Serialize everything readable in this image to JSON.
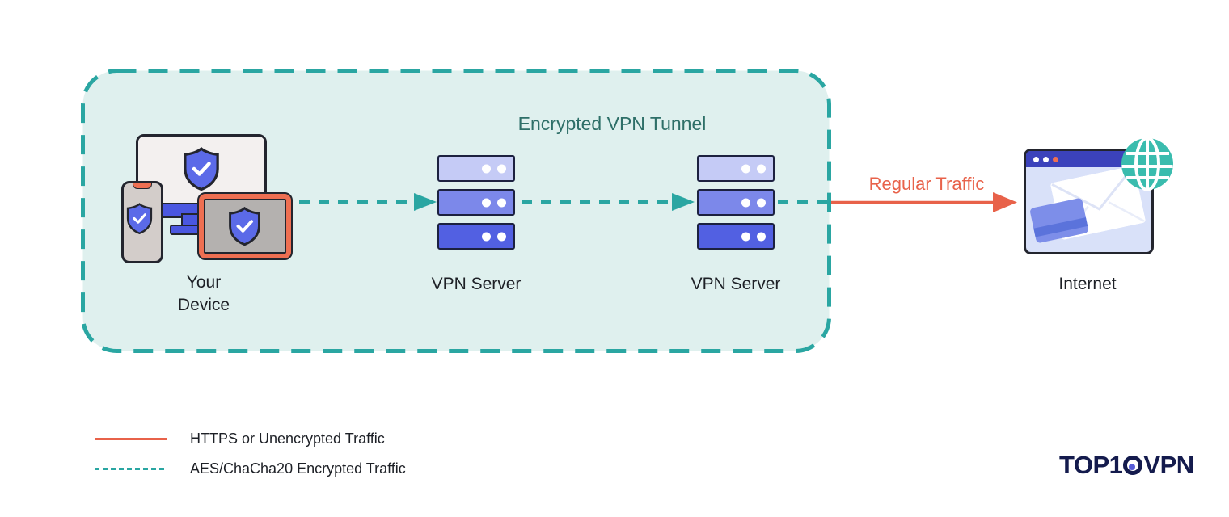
{
  "tunnel": {
    "title": "Encrypted VPN Tunnel"
  },
  "nodes": {
    "device": {
      "label_line1": "Your",
      "label_line2": "Device"
    },
    "server1": {
      "label": "VPN Server"
    },
    "server2": {
      "label": "VPN Server"
    },
    "internet": {
      "label": "Internet"
    }
  },
  "flows": {
    "regular_traffic_label": "Regular Traffic"
  },
  "legend": {
    "items": [
      {
        "label": "HTTPS or Unencrypted Traffic",
        "style": "solid",
        "color": "#e8624a"
      },
      {
        "label": "AES/ChaCha20 Encrypted Traffic",
        "style": "dashed",
        "color": "#2aa6a2"
      }
    ]
  },
  "branding": {
    "logo_pre": "TOP1",
    "logo_post": "VPN",
    "logo_full": "TOP10VPN"
  },
  "colors": {
    "teal": "#2aa6a2",
    "teal_fill": "#dff0ee",
    "teal_dark": "#2e6f68",
    "orange": "#e8624a",
    "ink": "#23252e",
    "text": "#1d2026",
    "shield_blue": "#5b6ae8",
    "server_row1": "#c5cbf6",
    "server_row2": "#7c88ea",
    "server_row3": "#5260e2",
    "browser_bar": "#3b42bb",
    "browser_body": "#d9e1f9",
    "card": "#7d8ee9",
    "card_stripe": "#5b73db",
    "globe": "#3abcae",
    "logo_navy": "#141b4d",
    "logo_dot": "#575cd8",
    "monitor_gray": "#f3f0ef",
    "phone_gray": "#d3cdca",
    "tablet_gray": "#b4b1af",
    "tablet_orange": "#ee6f52",
    "device_blue": "#4a57e0"
  }
}
